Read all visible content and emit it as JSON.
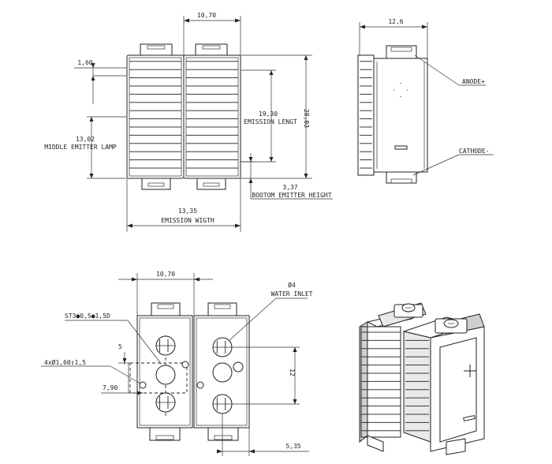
{
  "top_front": {
    "width_dim": "10,70",
    "fin_pitch": "1,60",
    "middle_lamp_value": "13,02",
    "middle_lamp_label": "MIDDLE EMITTER LAMP",
    "emission_length_value": "19,30",
    "emission_length_label": "EMISSION LENGT",
    "height_dim": "28,03",
    "bottom_value": "3,37",
    "bottom_label": "BOOTOM EMITTER HEIGHT",
    "emission_width_value": "13,35",
    "emission_width_label": "EMISSION WIGTH"
  },
  "top_side": {
    "width_dim": "12,6",
    "anode_label": "ANODE+",
    "cathode_label": "CATHODE-"
  },
  "bottom_plan": {
    "width_dim": "10,70",
    "screw_label": "ST3●0,5●1,5D",
    "holes_label": "4xØ1,60↧1,5",
    "dim_5": "5",
    "dim_790": "7,90",
    "water_dim": "Ø4",
    "water_label": "WATER INLET",
    "dim_12": "12",
    "dim_535": "5,35"
  }
}
